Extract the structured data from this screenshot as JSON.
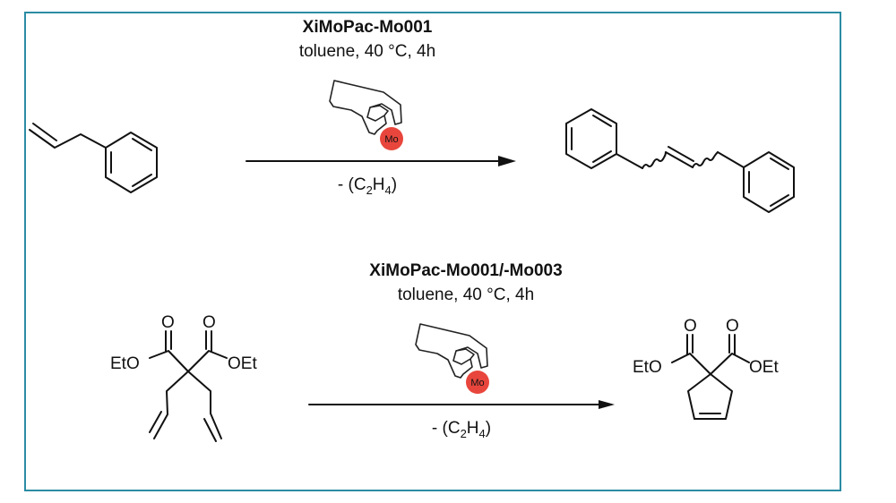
{
  "colors": {
    "frame": "#2b8ca3",
    "metal_ball": "#e8463c",
    "ink": "#111111"
  },
  "reaction1": {
    "catalyst": "XiMoPac-Mo001",
    "conditions": "toluene, 40 °C, 4h",
    "byproduct_prefix": "- (C",
    "byproduct_c_sub": "2",
    "byproduct_h": "H",
    "byproduct_h_sub": "4",
    "byproduct_suffix": ")",
    "metal_label": "Mo"
  },
  "reaction2": {
    "catalyst": "XiMoPac-Mo001/-Mo003",
    "conditions": "toluene, 40 °C, 4h",
    "byproduct_prefix": "- (C",
    "byproduct_c_sub": "2",
    "byproduct_h": "H",
    "byproduct_h_sub": "4",
    "byproduct_suffix": ")",
    "metal_label": "Mo",
    "substrate_atoms": {
      "o1": "O",
      "o2": "O",
      "eto": "EtO",
      "oet": "OEt"
    },
    "product_atoms": {
      "o1": "O",
      "o2": "O",
      "eto": "EtO",
      "oet": "OEt"
    }
  }
}
